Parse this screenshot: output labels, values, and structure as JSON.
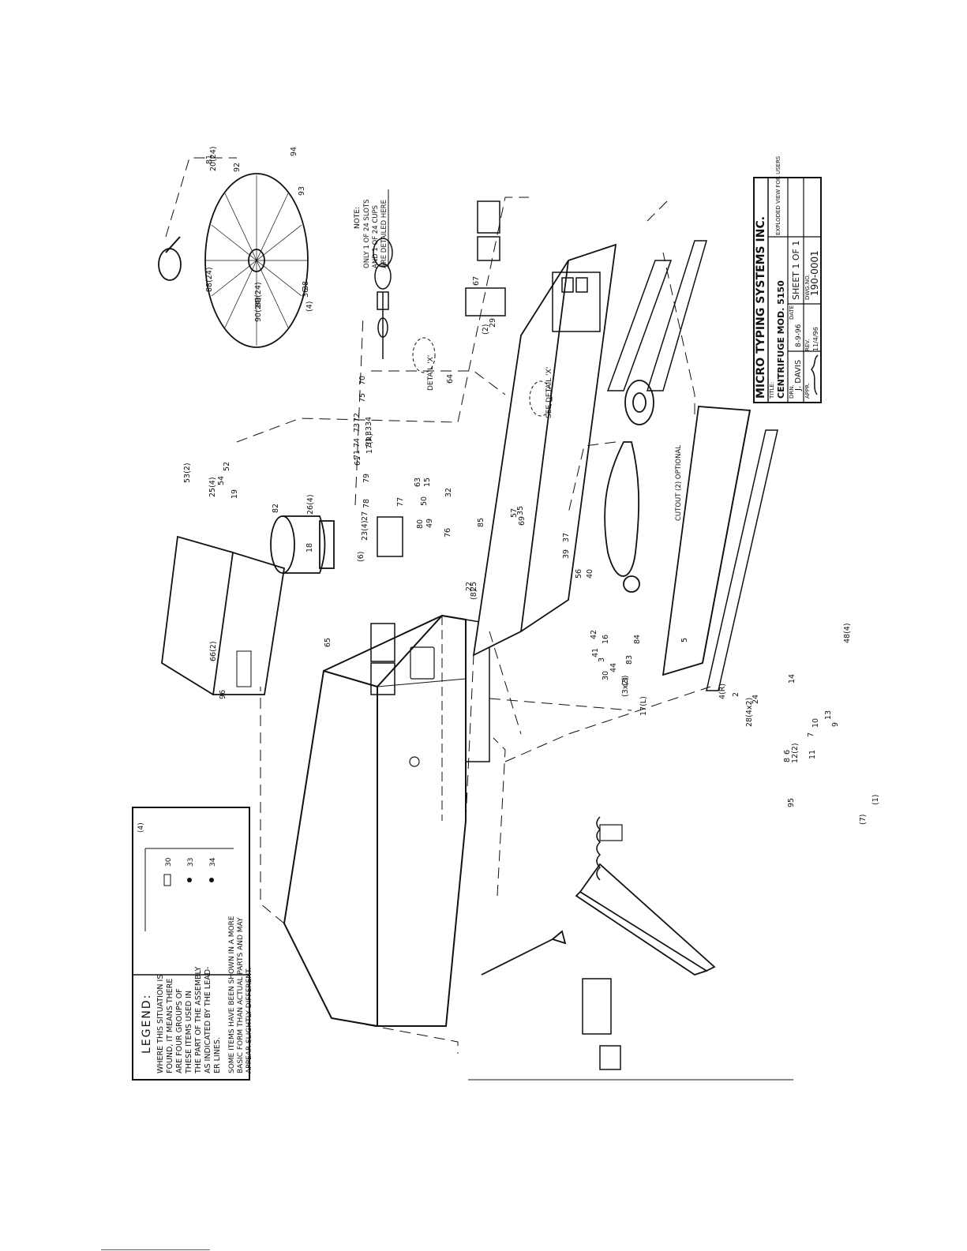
{
  "legend": {
    "title": "LEGEND:",
    "lines": [
      "WHERE THIS SITUATION IS",
      "FOUND, IT MEANS THERE",
      "ARE FOUR GROUPS OF",
      "THESE ITEMS USED IN",
      "THE PART OF THE ASSEMBLY",
      "AS INDICATED BY THE LEAD-",
      "ER LINES."
    ],
    "example_group": "(4)",
    "example_items": [
      "30",
      "33",
      "34"
    ],
    "note_lines": [
      "SOME ITEMS HAVE BEEN SHOWN IN A MORE",
      "BASIC FORM THAN ACTUAL PARTS AND MAY",
      "APPEAR SLIGHTLY DIFFERENT."
    ]
  },
  "rotor_note": {
    "title": "NOTE:",
    "lines": [
      "ONLY 1 OF 24 SLOTS",
      "AND 1 OF 24 CUPS",
      "ARE DETAILED HERE"
    ]
  },
  "detail_labels": {
    "detail_x": "DETAIL 'X'",
    "see_detail_x": "SEE DETAIL 'X'",
    "cutout": "CUTOUT (2) OPTIONAL"
  },
  "callouts": [
    "94",
    "92",
    "20(24)",
    "93",
    "81",
    "88(24)",
    "89(24)",
    "90(24)",
    "38",
    "36",
    "(4)",
    "53(2)",
    "54",
    "25(4)",
    "82",
    "26(4)",
    "52",
    "19",
    "18",
    "66(2)",
    "65",
    "96",
    "70",
    "75",
    "72",
    "73",
    "74",
    "71",
    "34",
    "33",
    "31",
    "67",
    "29",
    "(2)",
    "64",
    "17(R)",
    "61",
    "63",
    "32",
    "15",
    "78",
    "77",
    "27",
    "23(4)",
    "79",
    "50",
    "49",
    "80",
    "76",
    "22",
    "25",
    "(8)",
    "(6)",
    "85",
    "69",
    "57",
    "35",
    "37",
    "39",
    "40",
    "56",
    "30",
    "83",
    "84",
    "16",
    "42",
    "41",
    "44",
    "(3)",
    "(3x2)",
    "17(L)",
    "4(R)",
    "3",
    "24",
    "2",
    "28(4x2)",
    "5",
    "6",
    "8",
    "48(4)",
    "13",
    "14",
    "9",
    "10",
    "7",
    "11",
    "12(2)",
    "95",
    "(7)",
    "(1)"
  ],
  "title_block": {
    "company": "MICRO TYPING SYSTEMS INC.",
    "title_label": "TITLE:",
    "title": "CENTRIFUGE MOD. 5150",
    "view": "EXPLODED VIEW FOR USERS",
    "drn_label": "DRN.",
    "drawn_by": "J. DAVIS",
    "date_label": "DATE",
    "date": "8-9-96",
    "sheet": "SHEET 1 OF 1",
    "appr_label": "APPR.",
    "appr_date": "11/4/96",
    "rev_label": "REV.",
    "dwg_label": "DWG.NO.",
    "dwg_no": "190-0001"
  }
}
